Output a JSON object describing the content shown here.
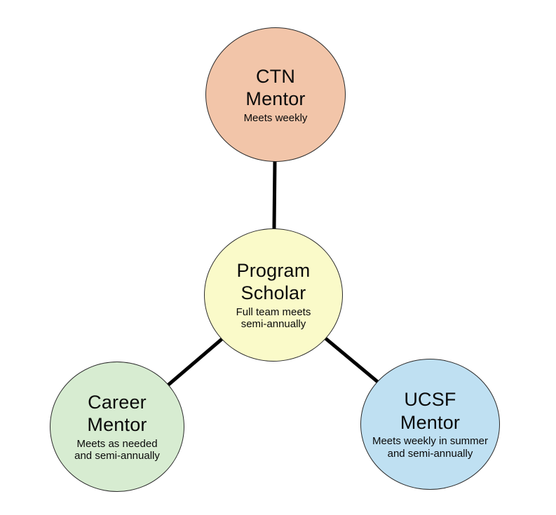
{
  "page": {
    "background": "#ffffff"
  },
  "diagram": {
    "connector_color": "#000000",
    "connector_width": "5",
    "outline_color": "#2b2b2b",
    "text_color": "#0a0a0a",
    "nodes": [
      {
        "id": "ctn-mentor",
        "title": "CTN\nMentor",
        "subtitle": "Meets weekly",
        "fill": "#f2c5a9"
      },
      {
        "id": "program-scholar",
        "title": "Program\nScholar",
        "subtitle": "Full team meets\nsemi-annually",
        "fill": "#fafac9"
      },
      {
        "id": "career-mentor",
        "title": "Career\nMentor",
        "subtitle": "Meets as needed\nand semi-annually",
        "fill": "#d7ecd1"
      },
      {
        "id": "ucsf-mentor",
        "title": "UCSF\nMentor",
        "subtitle": "Meets weekly in summer\nand semi-annually",
        "fill": "#bfe0f2"
      }
    ]
  }
}
